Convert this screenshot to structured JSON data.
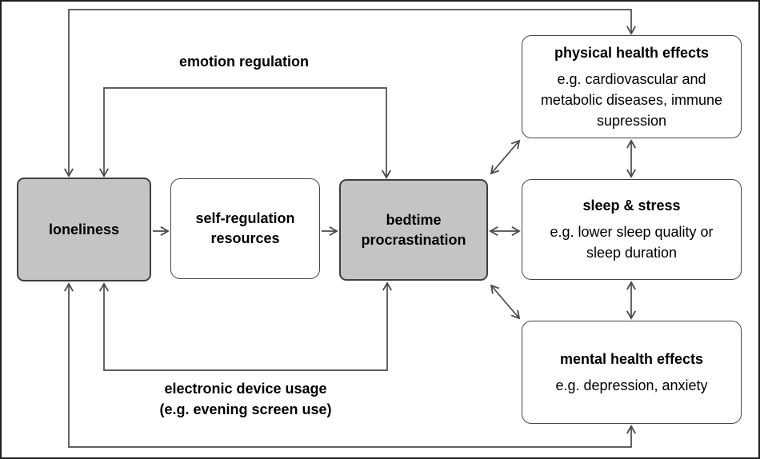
{
  "diagram": {
    "nodes": {
      "loneliness": {
        "title": "loneliness"
      },
      "self_regulation": {
        "title": "self-regulation resources"
      },
      "bedtime_procrastination": {
        "title": "bedtime procrastination"
      },
      "physical_health": {
        "title": "physical health effects",
        "desc": "e.g. cardiovascular and metabolic diseases, immune supression"
      },
      "sleep_stress": {
        "title": "sleep & stress",
        "desc": "e.g. lower sleep quality or sleep duration"
      },
      "mental_health": {
        "title": "mental health effects",
        "desc": "e.g. depression, anxiety"
      }
    },
    "edge_labels": {
      "emotion_regulation": "emotion regulation",
      "electronic_device_usage": "electronic device usage\n(e.g. evening screen use)"
    },
    "colors": {
      "node_fill_gray": "#c4c4c4",
      "node_fill_white": "#ffffff",
      "node_border": "#3f3f3f",
      "line": "#4a4a4a",
      "text": "#000000",
      "frame_border": "#1f1f1f"
    }
  }
}
